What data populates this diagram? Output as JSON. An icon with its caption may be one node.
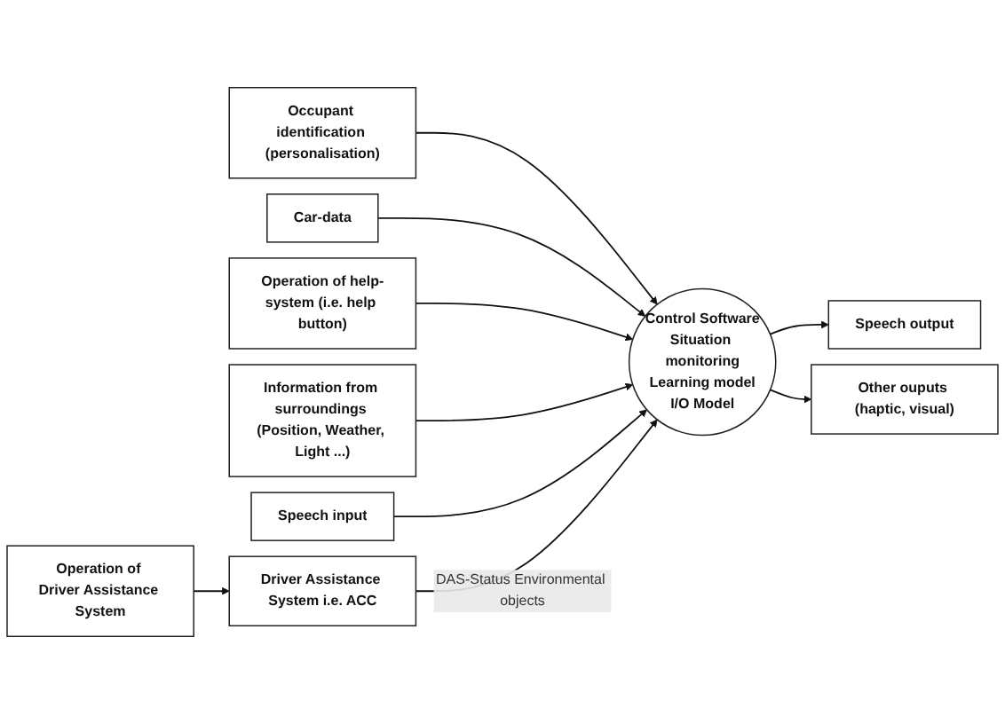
{
  "diagram": {
    "nodes": [
      {
        "text": [
          "Occupant identification (personalisation)"
        ]
      },
      {
        "text": [
          "Car-data"
        ]
      },
      {
        "text": [
          "Operation of help-system (i.e. help button)"
        ]
      },
      {
        "text": [
          "Control Software",
          "Situation monitoring",
          "Learning model",
          "I/O Model"
        ]
      },
      {
        "text": [
          "Speech output"
        ]
      },
      {
        "text": [
          "Information from surroundings (Position, Weather, Light ...)"
        ]
      },
      {
        "text": [
          "Speech input"
        ]
      },
      {
        "text": [
          "Other ouputs (haptic, visual)"
        ]
      },
      {
        "text": [
          "Operation of Driver Assistance System"
        ]
      },
      {
        "text": [
          "Driver Assistance System i.e. ACC"
        ]
      }
    ],
    "edges": [
      {
        "from": 0,
        "to": 3,
        "arrow": "to"
      },
      {
        "from": 1,
        "to": 3,
        "arrow": "to"
      },
      {
        "from": 2,
        "to": 3,
        "arrow": "to"
      },
      {
        "from": 3,
        "to": 4,
        "arrow": "to"
      },
      {
        "from": 5,
        "to": 3,
        "arrow": "to"
      },
      {
        "from": 6,
        "to": 3,
        "arrow": "to"
      },
      {
        "from": 3,
        "to": 7,
        "arrow": "to"
      },
      {
        "from": 8,
        "to": 9,
        "arrow": "to"
      },
      {
        "from": 9,
        "to": 3,
        "arrow": "to",
        "label": "DAS-Status Environmental objects"
      }
    ]
  }
}
